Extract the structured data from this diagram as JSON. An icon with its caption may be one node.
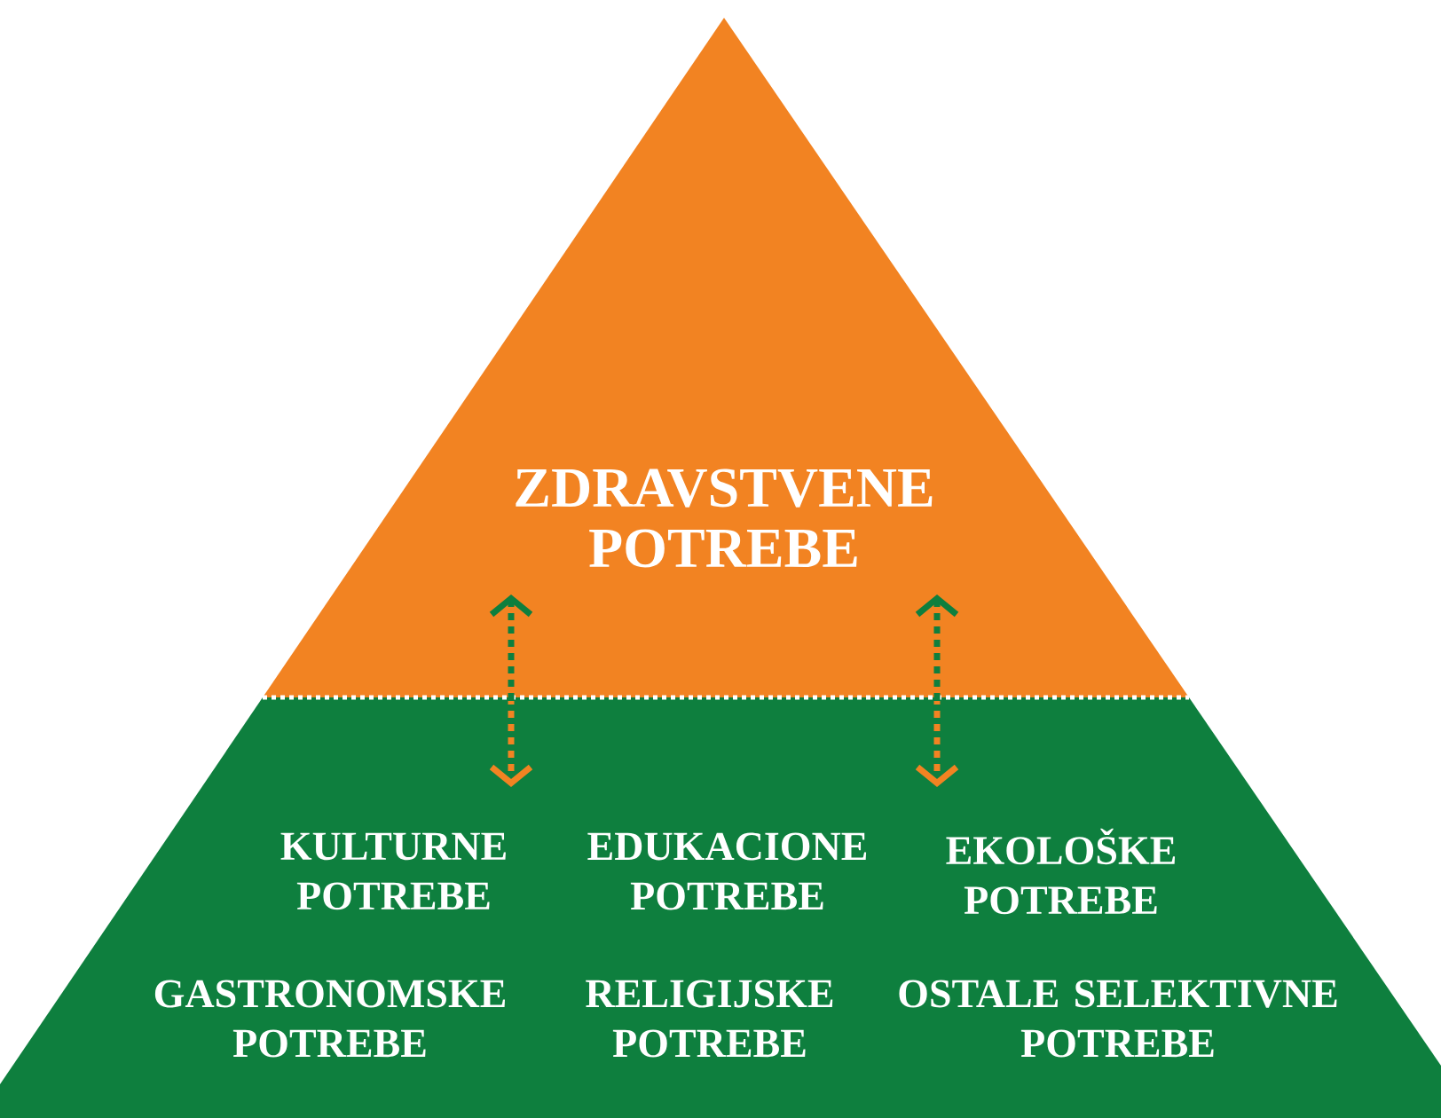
{
  "diagram": {
    "nodes": [
      {
        "text": [
          "ZDRAVSTVENE POTREBE"
        ]
      },
      {
        "text": [
          "KULTURNE POTREBE",
          "EDUKACIONE POTREBE",
          "EKOLOŠKE POTREBE",
          "GASTRONOMSKE POTREBE",
          "RELIGIJSKE POTREBE",
          "OSTALE SELEKTIVNE POTREBE"
        ]
      }
    ],
    "edges": [
      {
        "from": 1,
        "to": 0,
        "arrow": "both",
        "style": "dashed"
      },
      {
        "from": 1,
        "to": 0,
        "arrow": "both",
        "style": "dashed"
      }
    ]
  }
}
